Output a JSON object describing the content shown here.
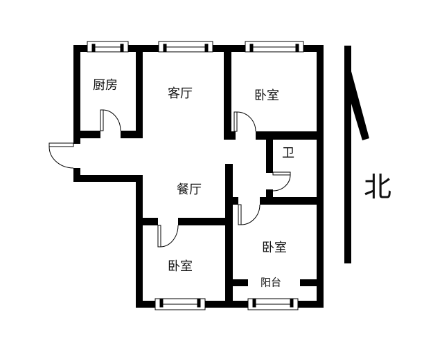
{
  "plan": {
    "rooms": {
      "kitchen": "厨房",
      "living_room": "客厅",
      "bedroom_ne": "卧室",
      "bathroom": "卫",
      "dining_room": "餐厅",
      "bedroom_s": "卧室",
      "bedroom_se": "卧室",
      "balcony": "阳台"
    },
    "compass": {
      "label": "北"
    },
    "colors": {
      "wall": "#000000",
      "background": "#ffffff"
    }
  }
}
